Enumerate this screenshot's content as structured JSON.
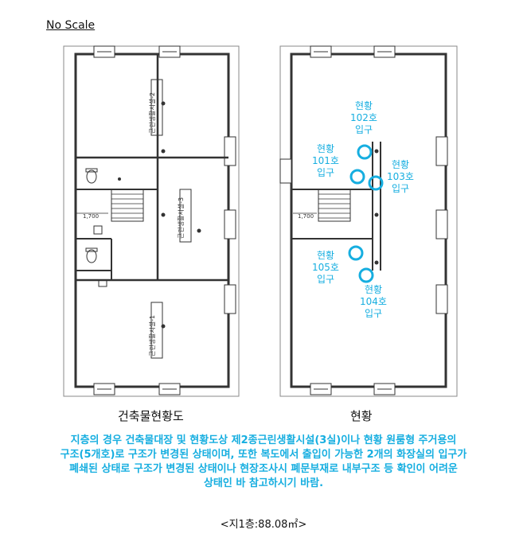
{
  "scale_note": "No Scale",
  "left_plan": {
    "caption": "건축물현황도",
    "room_labels": [
      "근린생활시설-2",
      "근린생활시설-3",
      "근린생활시설-1"
    ],
    "dimension": "1,700"
  },
  "right_plan": {
    "caption": "현황",
    "dimension": "1,700",
    "entrances": [
      {
        "lines": [
          "현황",
          "102호",
          "입구"
        ]
      },
      {
        "lines": [
          "현황",
          "101호",
          "입구"
        ]
      },
      {
        "lines": [
          "현황",
          "103호",
          "입구"
        ]
      },
      {
        "lines": [
          "현황",
          "105호",
          "입구"
        ]
      },
      {
        "lines": [
          "현황",
          "104호",
          "입구"
        ]
      }
    ]
  },
  "note_lines": [
    "지층의 경우 건축물대장 및 현황도상 제2종근린생활시설(3실)이나 현황 원룸형 주거용의",
    "구조(5개호)로 구조가 변경된 상태이며, 또한 복도에서 출입이 가능한 2개의 화장실의 입구가",
    "폐쇄된 상태로 구조가 변경된 상태이나 현장조사시 폐문부재로 내부구조 등 확인이 어려운",
    "상태인 바 참고하시기 바람."
  ],
  "floor_area": "<지1층:88.08㎡>",
  "colors": {
    "accent": "#16aee0",
    "wall": "#333333"
  }
}
